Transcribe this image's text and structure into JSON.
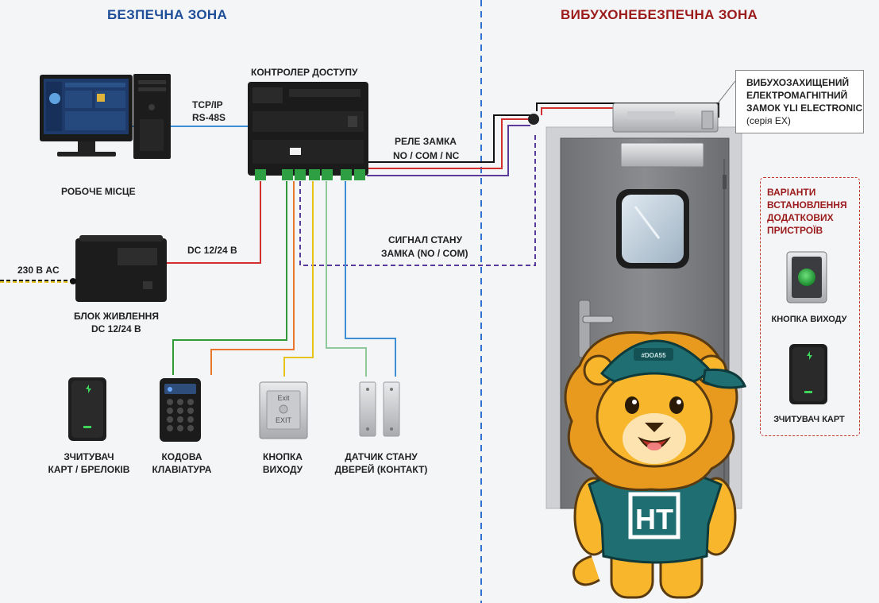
{
  "zones": {
    "safe_title": "БЕЗПЕЧНА ЗОНА",
    "danger_title": "ВИБУХОНЕБЕЗПЕЧНА ЗОНА"
  },
  "labels": {
    "controller": "КОНТРОЛЕР ДОСТУПУ",
    "tcpip": "TCP/IP",
    "rs48s": "RS-48S",
    "workstation": "РОБОЧЕ МІСЦЕ",
    "lock_relay_1": "РЕЛЕ ЗАМКА",
    "lock_relay_2": "NO / COM / NC",
    "dc_line": "DC 12/24 В",
    "ac_input": "230 В AC",
    "psu_1": "БЛОК ЖИВЛЕННЯ",
    "psu_2": "DC 12/24 В",
    "lock_signal_1": "СИГНАЛ СТАНУ",
    "lock_signal_2": "ЗАМКА (NO / COM)",
    "card_reader_1": "ЗЧИТУВАЧ",
    "card_reader_2": "КАРТ / БРЕЛОКІВ",
    "keypad_1": "КОДОВА",
    "keypad_2": "КЛАВІАТУРА",
    "exit_button_1": "КНОПКА",
    "exit_button_2": "ВИХОДУ",
    "door_sensor_1": "ДАТЧИК СТАНУ",
    "door_sensor_2": "ДВЕРЕЙ (КОНТАКТ)",
    "lock_desc_1": "ВИБУХОЗАХИЩЕНИЙ",
    "lock_desc_2": "ЕЛЕКТРОМАГНІТНИЙ",
    "lock_desc_3": "ЗАМОК YLI ELECTRONIC",
    "lock_desc_4": "(серія EX)",
    "options_1": "ВАРІАНТИ",
    "options_2": "ВСТАНОВЛЕННЯ",
    "options_3": "ДОДАТКОВИХ",
    "options_4": "ПРИСТРОЇВ",
    "opt_exit_button": "КНОПКА ВИХОДУ",
    "opt_card_reader": "ЗЧИТУВАЧ КАРТ",
    "exit_plate_top": "Exit",
    "exit_plate_bottom": "EXIT",
    "mascot_shirt": "HT",
    "mascot_cap": "#DOA55"
  },
  "colors": {
    "safe": "#1f4e99",
    "danger": "#9b1b1b",
    "wire_red": "#d32f2f",
    "wire_black": "#111111",
    "wire_purple": "#5b3a9c",
    "wire_green": "#2e9a3a",
    "wire_orange": "#e8762c",
    "wire_yellow": "#e6c21a",
    "wire_lightgreen": "#8fc89a",
    "wire_blue": "#3c8fd6",
    "wire_olive": "#b8c24a",
    "lion": "#f7b62b",
    "shirt": "#1f6f72"
  }
}
